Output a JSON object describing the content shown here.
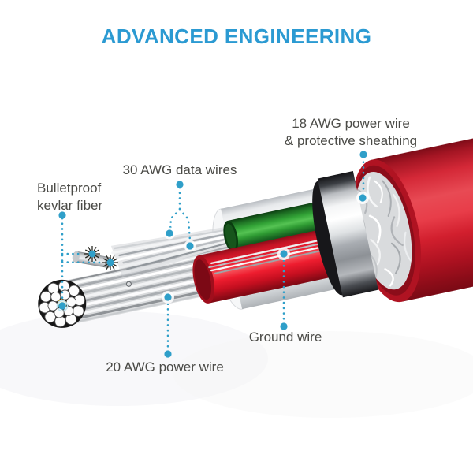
{
  "title": {
    "text": "ADVANCED ENGINEERING"
  },
  "colors": {
    "title_blue": "#2b9ad2",
    "annotation_accent": "#2f9fc9",
    "label_text": "#4b4b47",
    "jacket_red": "#d42837",
    "power_wire_red": "#ee2133",
    "data_wire_green": "#33a437",
    "shield_silver": "#d9dbdd",
    "background": "#ffffff"
  },
  "annotations": {
    "power18": {
      "line1": "18 AWG power wire",
      "line2": "& protective sheathing"
    },
    "data30": {
      "label": "30 AWG data wires"
    },
    "kevlar": {
      "line1": "Bulletproof",
      "line2": "kevlar fiber"
    },
    "ground": {
      "label": "Ground wire"
    },
    "power20": {
      "label": "20 AWG power wire"
    }
  }
}
